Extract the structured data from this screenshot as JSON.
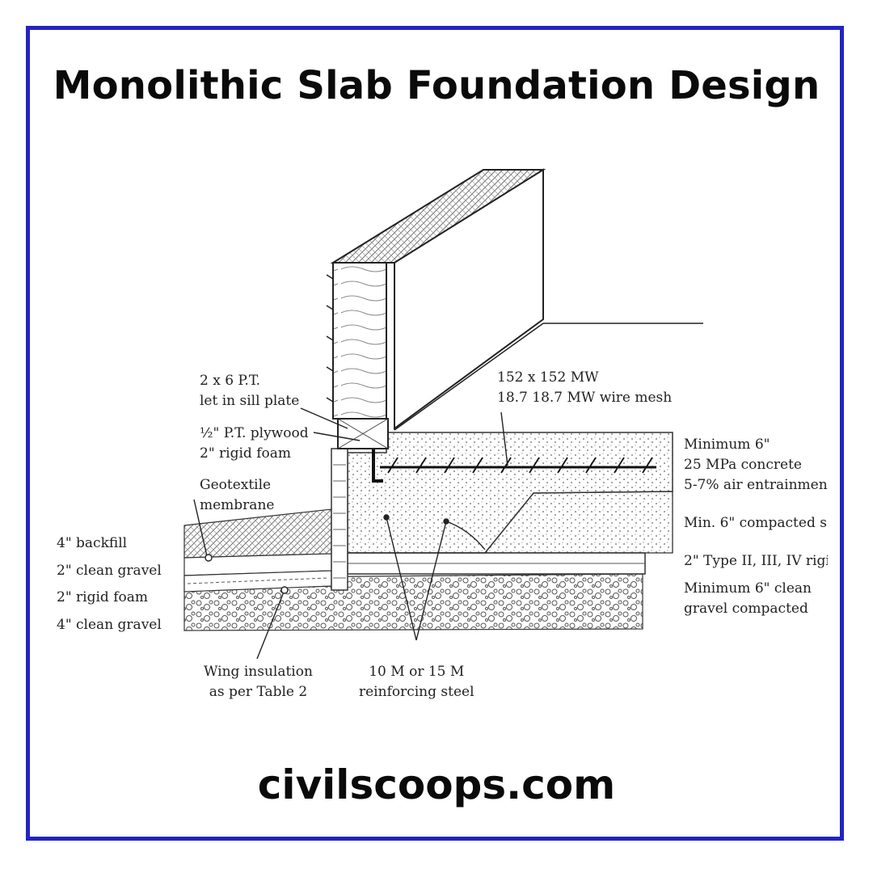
{
  "title": "Monolithic Slab Foundation Design",
  "footer": "civilscoops.com",
  "colors": {
    "frame": "#2323c3",
    "ink": "#222222"
  },
  "labels": {
    "sill_plate": [
      "2 x 6 P.T.",
      "let in sill plate"
    ],
    "plywood_foam": [
      "½\" P.T. plywood",
      "2\" rigid foam"
    ],
    "geotextile": [
      "Geotextile",
      "membrane"
    ],
    "left_layers": [
      "4\" backfill",
      "2\" clean gravel",
      "2\" rigid foam",
      "4\" clean gravel"
    ],
    "wire_mesh": [
      "152 x 152 MW",
      "18.7 18.7 MW wire mesh"
    ],
    "concrete": [
      "Minimum 6\"",
      "25 MPa concrete",
      "5-7% air entrainmen"
    ],
    "compacted": "Min. 6\" compacted s",
    "rigid_type": "2\" Type II, III, IV rigic",
    "gravel": [
      "Minimum 6\" clean",
      "gravel compacted"
    ],
    "wing": [
      "Wing insulation",
      "as per Table 2"
    ],
    "rebar": [
      "10 M or 15 M",
      "reinforcing steel"
    ]
  }
}
